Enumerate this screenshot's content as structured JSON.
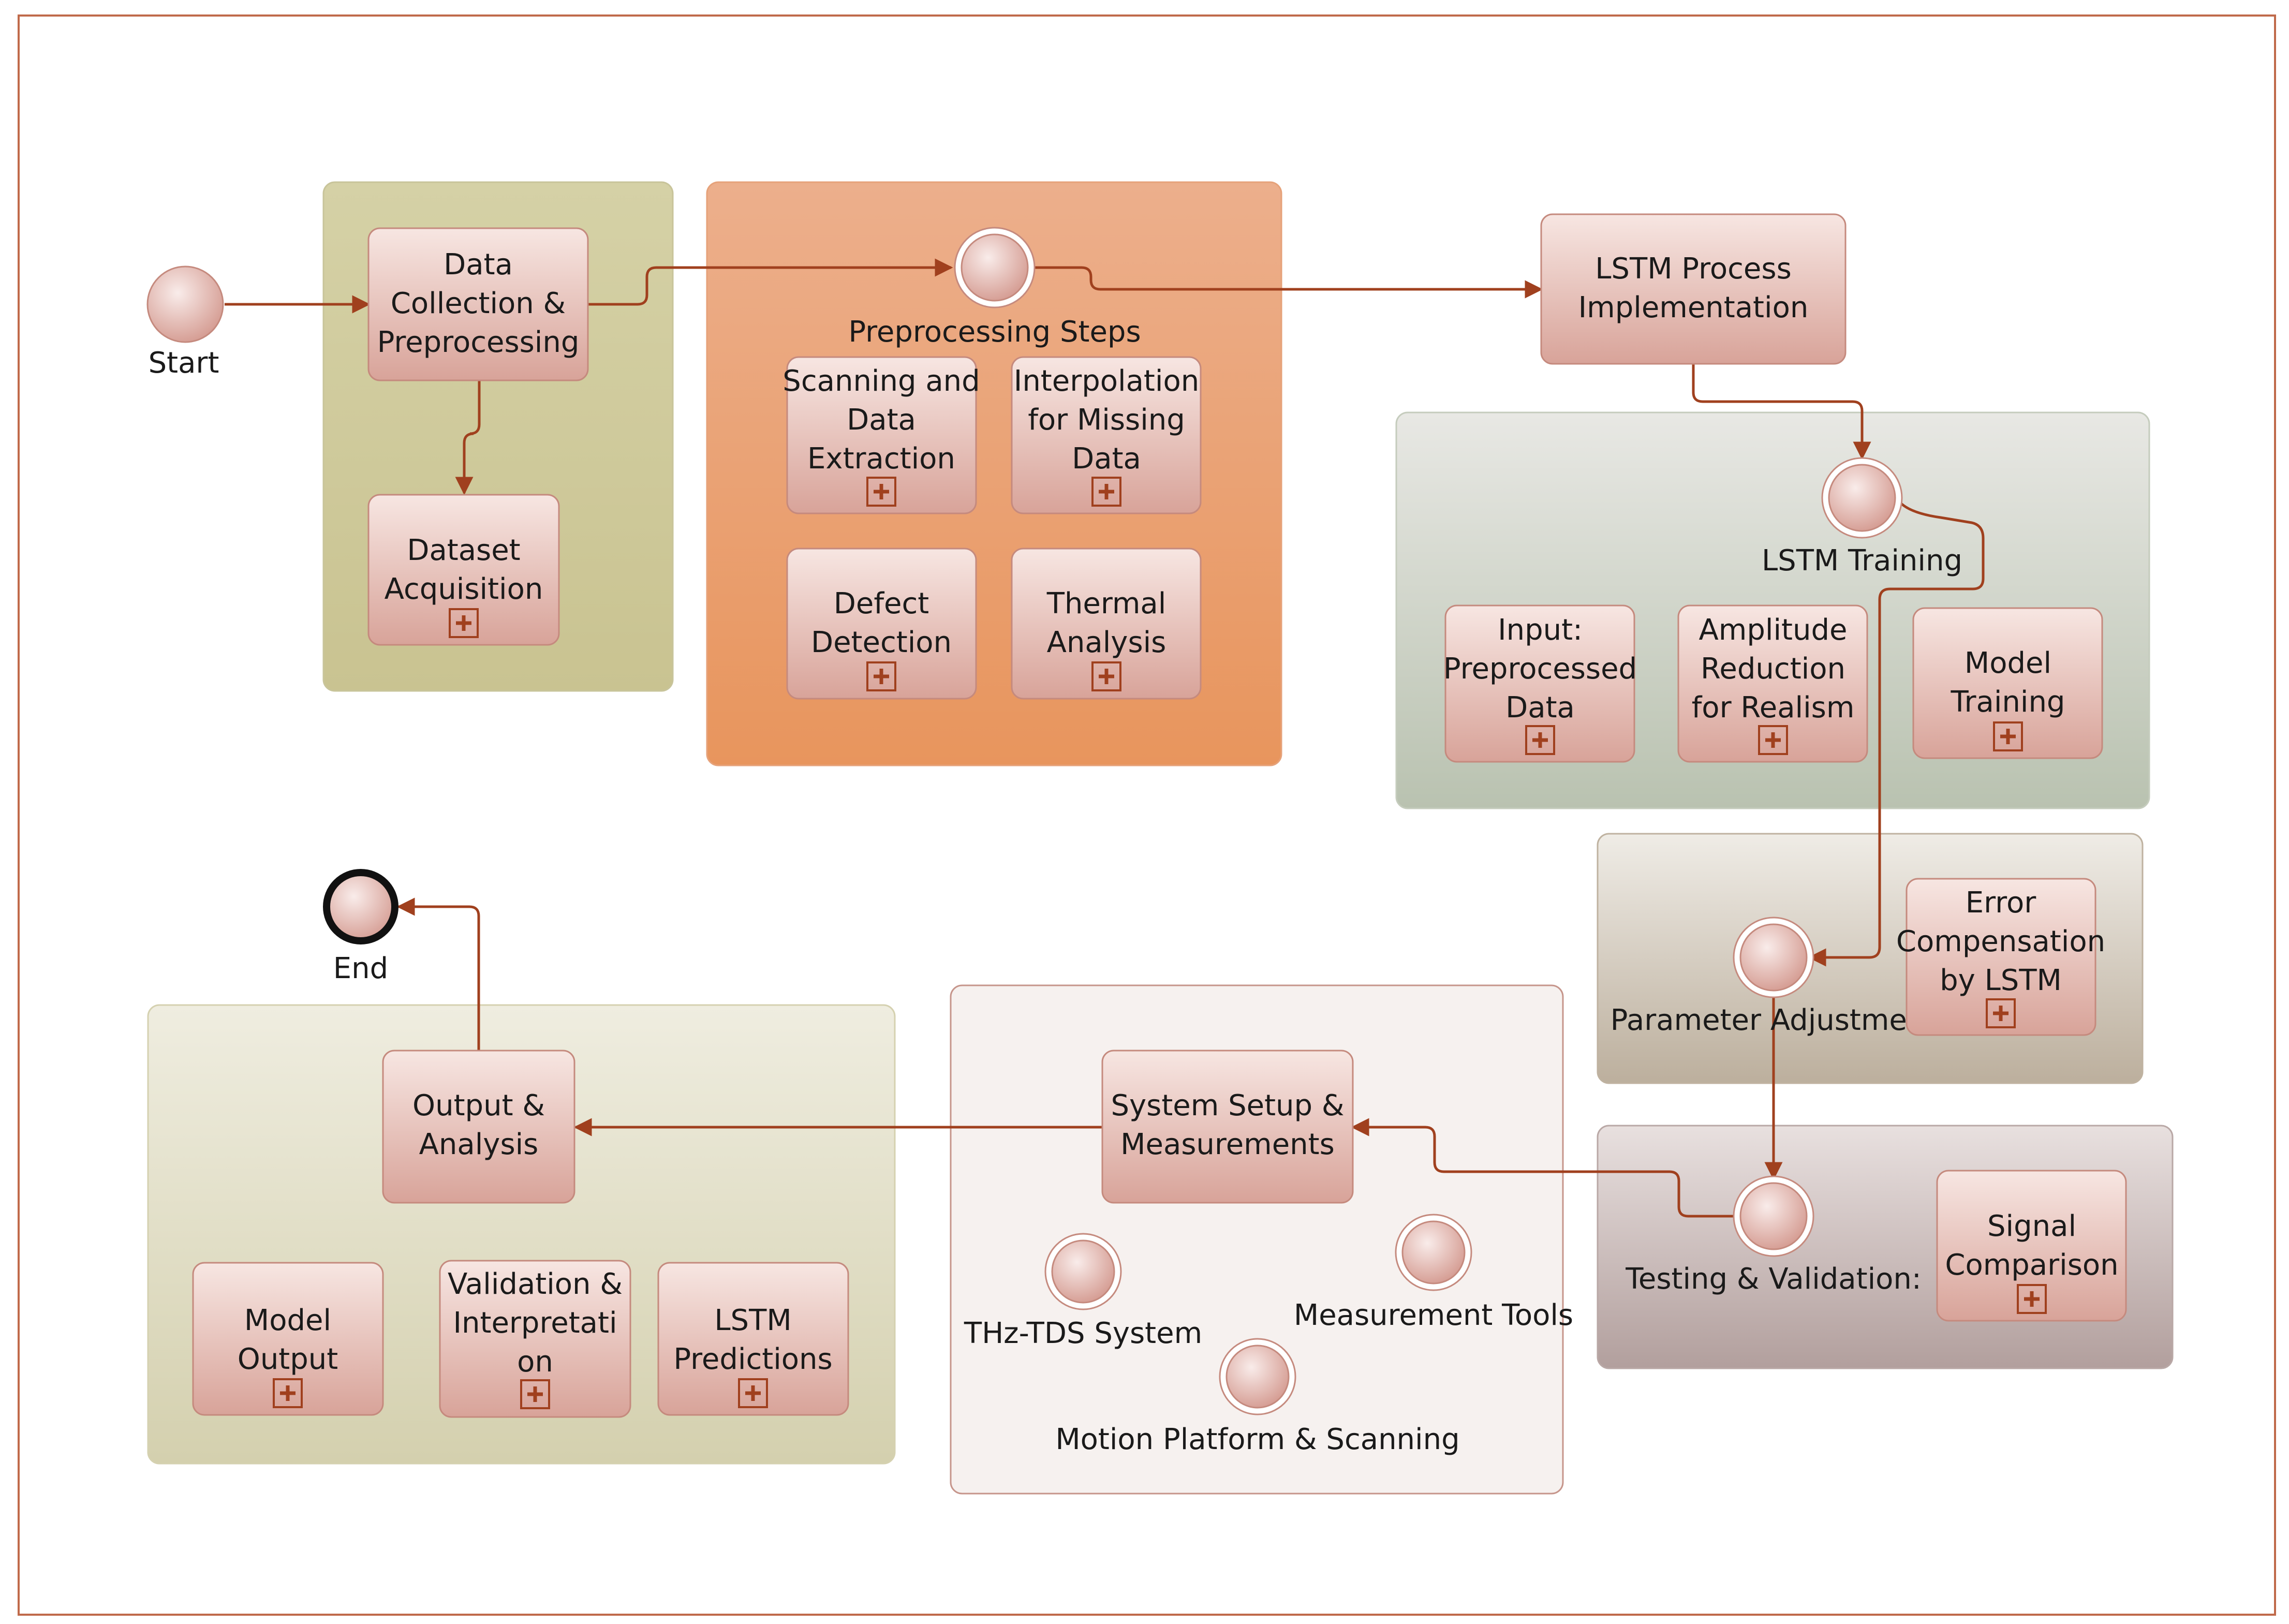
{
  "colors": {
    "frame": "#c06a4a",
    "arrow": "#a0401e",
    "task_fill_top": "#f6e4e0",
    "task_fill_bottom": "#d9a49a",
    "task_stroke": "#c58a7e"
  },
  "events": {
    "start": "Start",
    "end": "End"
  },
  "lanes": {
    "data_collection": {
      "main_task": "Data Collection & Preprocessing",
      "sub_task": "Dataset Acquisition"
    },
    "preprocessing": {
      "title": "Preprocessing Steps",
      "tasks": [
        "Scanning and Data Extraction",
        "Interpolation for Missing Data",
        "Defect Detection",
        "Thermal Analysis"
      ]
    },
    "lstm_process": {
      "task": "LSTM Process Implementation"
    },
    "lstm_training": {
      "title": "LSTM Training",
      "tasks": [
        "Input: Preprocessed Data",
        "Amplitude Reduction for Realism",
        "Model Training"
      ]
    },
    "parameter_adjustment": {
      "title": "Parameter Adjustment",
      "task": "Error Compensation by LSTM"
    },
    "testing": {
      "title": "Testing & Validation:",
      "task": "Signal Comparison"
    },
    "system_setup": {
      "task": "System Setup & Measurements",
      "events": [
        "THz-TDS System",
        "Measurement Tools",
        "Motion Platform & Scanning"
      ]
    },
    "output": {
      "task": "Output & Analysis",
      "tasks": [
        "Model Output",
        "Validation & Interpretation",
        "LSTM Predictions"
      ]
    }
  }
}
